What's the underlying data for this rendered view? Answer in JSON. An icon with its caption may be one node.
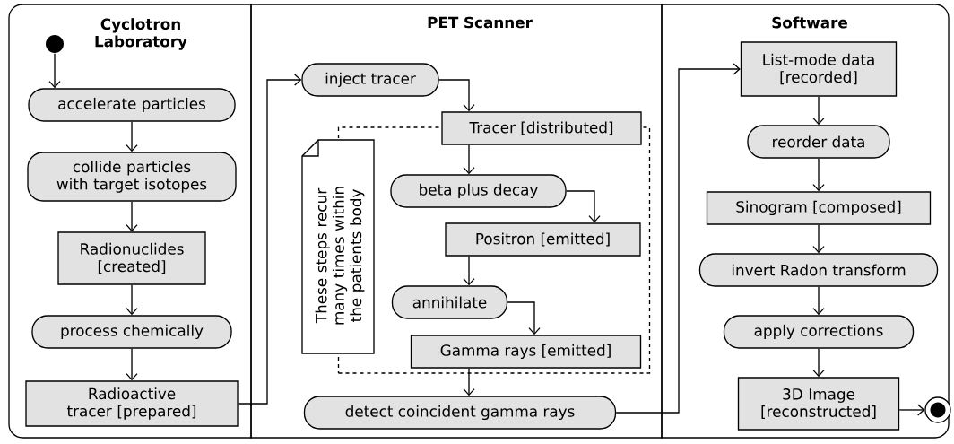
{
  "diagram": {
    "nodes": [
      {
        "text": [
          "Cyclotron Laboratory"
        ]
      },
      {
        "text": [
          "PET Scanner"
        ]
      },
      {
        "text": [
          "Software"
        ]
      },
      {
        "text": [],
        "shape": "circle",
        "in": 0
      },
      {
        "text": [
          "accelerate particles"
        ],
        "in": 0
      },
      {
        "text": [
          "collide particles with target isotopes"
        ],
        "in": 0
      },
      {
        "text": [
          "Radionuclides [created]"
        ],
        "in": 0
      },
      {
        "text": [
          "process chemically"
        ],
        "in": 0
      },
      {
        "text": [
          "Radioactive tracer [prepared]"
        ],
        "in": 0
      },
      {
        "text": [
          "inject tracer"
        ],
        "in": 1
      },
      {
        "text": [],
        "shape": "box",
        "in": 1
      },
      {
        "text": [
          "These steps recur many times within the patients body"
        ],
        "in": 1
      },
      {
        "text": [
          "Tracer [distributed]"
        ],
        "in": 1
      },
      {
        "text": [
          "beta plus decay"
        ],
        "in": 10
      },
      {
        "text": [
          "Positron [emitted]"
        ],
        "in": 10
      },
      {
        "text": [
          "annihilate"
        ],
        "in": 10
      },
      {
        "text": [
          "Gamma rays [emitted]"
        ],
        "in": 10
      },
      {
        "text": [
          "detect coincident gamma rays"
        ],
        "in": 1
      },
      {
        "text": [
          "List-mode data [recorded]"
        ],
        "in": 2
      },
      {
        "text": [
          "reorder data"
        ],
        "in": 2
      },
      {
        "text": [
          "Sinogram [composed]"
        ],
        "in": 2
      },
      {
        "text": [
          "invert Radon transform"
        ],
        "in": 2
      },
      {
        "text": [
          "apply corrections"
        ],
        "in": 2
      },
      {
        "text": [
          "3D Image [reconstructed]"
        ],
        "in": 2
      },
      {
        "text": [],
        "shape": "circle",
        "in": 2
      }
    ],
    "edges": [
      {
        "from": 3,
        "to": 4,
        "arrow": "to"
      },
      {
        "from": 4,
        "to": 5,
        "arrow": "to"
      },
      {
        "from": 5,
        "to": 6,
        "arrow": "to"
      },
      {
        "from": 6,
        "to": 7,
        "arrow": "to"
      },
      {
        "from": 7,
        "to": 8,
        "arrow": "to"
      },
      {
        "from": 8,
        "to": 9,
        "arrow": "to"
      },
      {
        "from": 9,
        "to": 12,
        "arrow": "to"
      },
      {
        "from": 12,
        "to": 13,
        "arrow": "to"
      },
      {
        "from": 13,
        "to": 14,
        "arrow": "to"
      },
      {
        "from": 14,
        "to": 15,
        "arrow": "to"
      },
      {
        "from": 15,
        "to": 16,
        "arrow": "to"
      },
      {
        "from": 16,
        "to": 17,
        "arrow": "to"
      },
      {
        "from": 17,
        "to": 18,
        "arrow": "to"
      },
      {
        "from": 18,
        "to": 19,
        "arrow": "to"
      },
      {
        "from": 19,
        "to": 20,
        "arrow": "to"
      },
      {
        "from": 20,
        "to": 21,
        "arrow": "to"
      },
      {
        "from": 21,
        "to": 22,
        "arrow": "to"
      },
      {
        "from": 22,
        "to": 23,
        "arrow": "to"
      },
      {
        "from": 23,
        "to": 24,
        "arrow": "to"
      }
    ]
  }
}
